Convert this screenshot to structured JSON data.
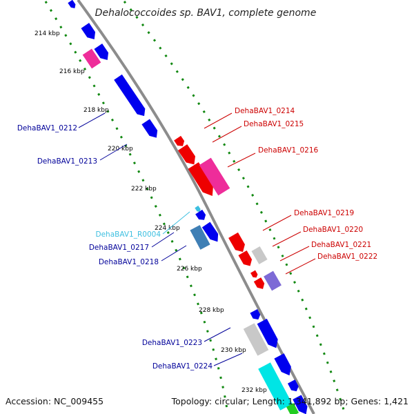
{
  "title": "Dehalococcoides sp. BAV1, complete genome",
  "footer": {
    "accession": "Accession: NC_009455",
    "summary": "Topology: circular; Length: 1,341,892 bp; Genes: 1,421"
  },
  "kbp_ticks": [
    "214 kbp",
    "216 kbp",
    "218 kbp",
    "220 kbp",
    "222 kbp",
    "224 kbp",
    "226 kbp",
    "228 kbp",
    "230 kbp",
    "232 kbp"
  ],
  "colors": {
    "backbone": "#8c8c8c",
    "minus_strand_cds": "#0000ee",
    "plus_strand_cds": "#ee0000",
    "rrna_highlight": "#ee2d9a",
    "teal": "#3f7fb5",
    "light_grey": "#c8c8c8",
    "cyan": "#00e5e5",
    "purple": "#7d6ad6",
    "label_minus": "#000099",
    "label_plus": "#cc0000",
    "label_rna": "#3cbfe0",
    "dots": "#118811"
  },
  "genes_minus": [
    {
      "id": "DehaBAV1_0212",
      "color": "#000099"
    },
    {
      "id": "DehaBAV1_0213",
      "color": "#000099"
    },
    {
      "id": "DehaBAV1_R0004",
      "color": "#3cbfe0"
    },
    {
      "id": "DehaBAV1_0217",
      "color": "#000099"
    },
    {
      "id": "DehaBAV1_0218",
      "color": "#000099"
    },
    {
      "id": "DehaBAV1_0223",
      "color": "#000099"
    },
    {
      "id": "DehaBAV1_0224",
      "color": "#000099"
    }
  ],
  "genes_plus": [
    {
      "id": "DehaBAV1_0214",
      "color": "#cc0000"
    },
    {
      "id": "DehaBAV1_0215",
      "color": "#cc0000"
    },
    {
      "id": "DehaBAV1_0216",
      "color": "#cc0000"
    },
    {
      "id": "DehaBAV1_0219",
      "color": "#cc0000"
    },
    {
      "id": "DehaBAV1_0220",
      "color": "#cc0000"
    },
    {
      "id": "DehaBAV1_0221",
      "color": "#cc0000"
    },
    {
      "id": "DehaBAV1_0222",
      "color": "#cc0000"
    }
  ]
}
